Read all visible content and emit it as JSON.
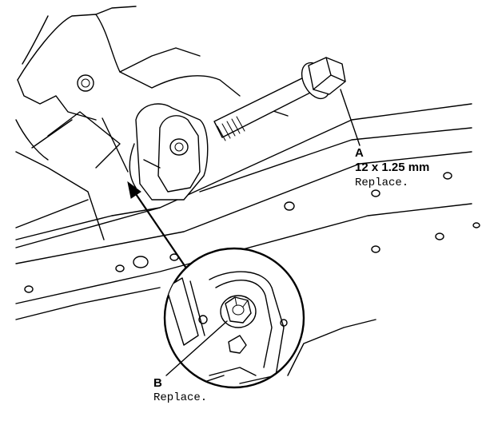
{
  "callouts": {
    "a": {
      "letter": "A",
      "spec": "12 x 1.25 mm",
      "note": "Replace."
    },
    "b": {
      "letter": "B",
      "note": "Replace."
    }
  }
}
